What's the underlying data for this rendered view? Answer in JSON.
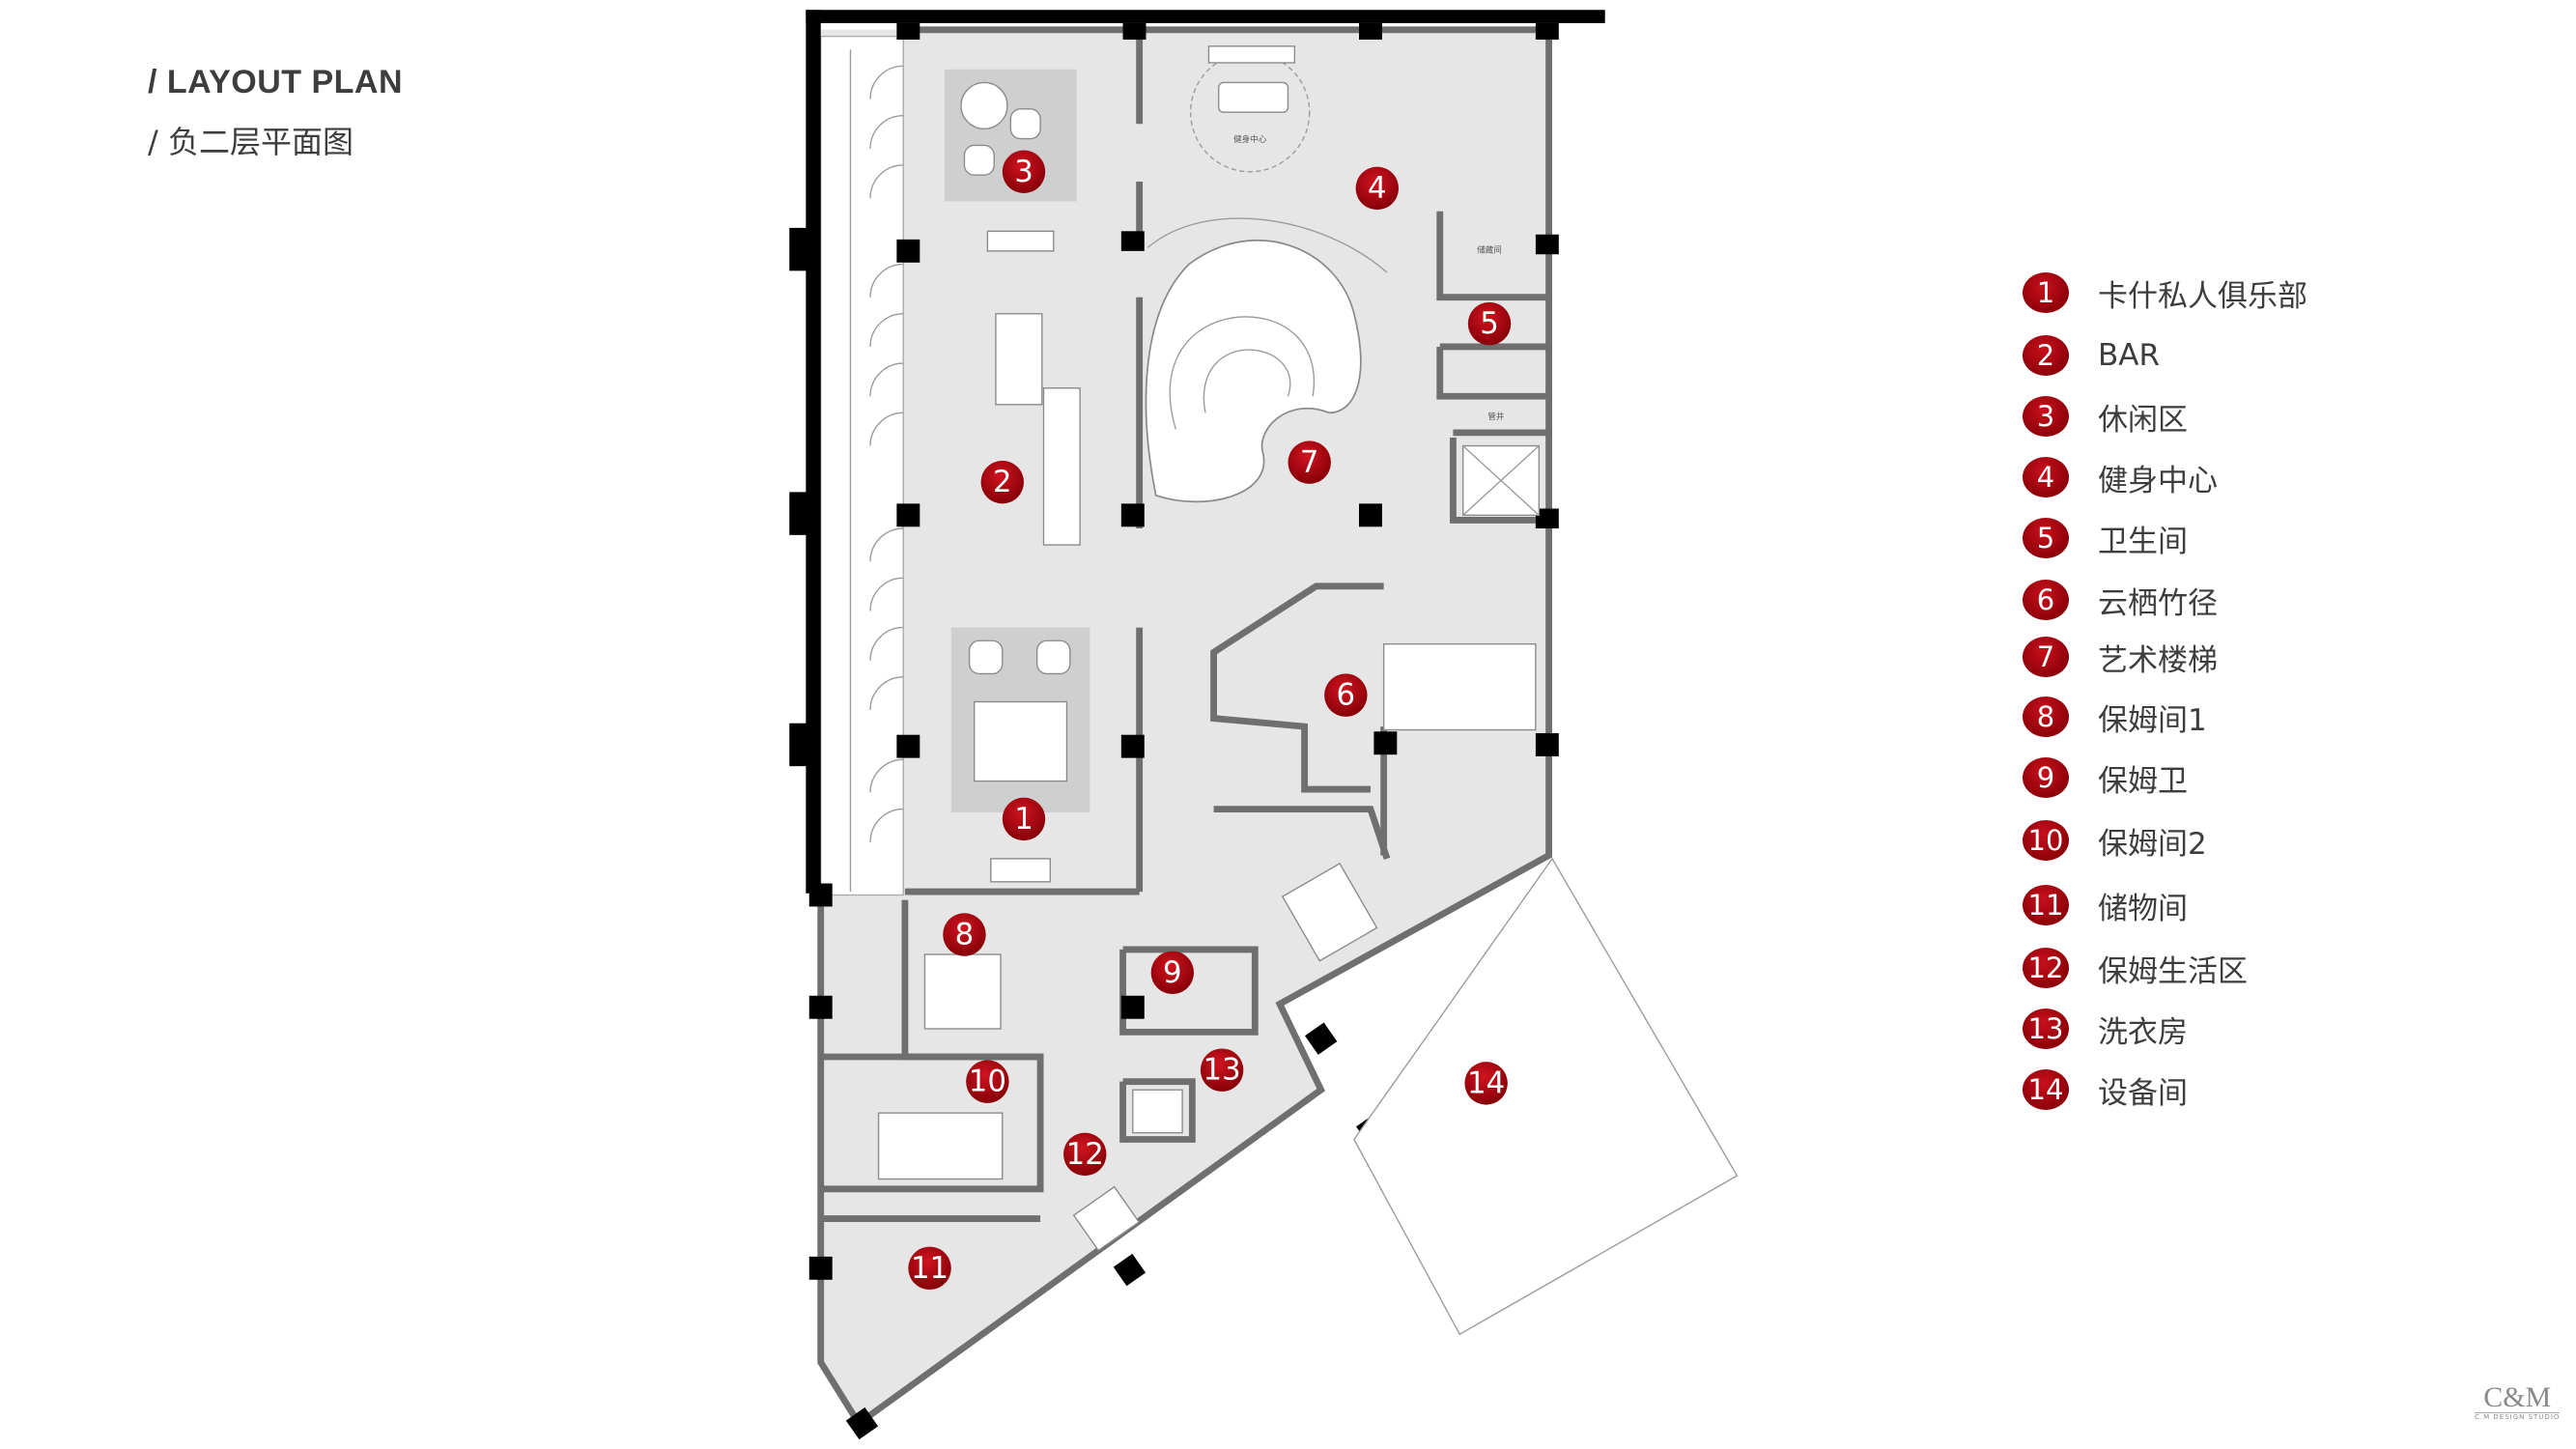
{
  "header": {
    "title_en": "/ LAYOUT PLAN",
    "title_cn": "/ 负二层平面图"
  },
  "plan": {
    "markers": [
      "1",
      "2",
      "3",
      "4",
      "5",
      "6",
      "7",
      "8",
      "9",
      "10",
      "11",
      "12",
      "13",
      "14"
    ],
    "room_tags": {
      "fitness": "健身中心",
      "storage": "储藏间",
      "shaft": "管井"
    }
  },
  "legend": [
    {
      "num": "1",
      "label": "卡什私人俱乐部"
    },
    {
      "num": "2",
      "label": "BAR"
    },
    {
      "num": "3",
      "label": "休闲区"
    },
    {
      "num": "4",
      "label": "健身中心"
    },
    {
      "num": "5",
      "label": "卫生间"
    },
    {
      "num": "6",
      "label": "云栖竹径"
    },
    {
      "num": "7",
      "label": "艺术楼梯"
    },
    {
      "num": "8",
      "label": "保姆间1"
    },
    {
      "num": "9",
      "label": "保姆卫"
    },
    {
      "num": "10",
      "label": "保姆间2"
    },
    {
      "num": "11",
      "label": "储物间"
    },
    {
      "num": "12",
      "label": "保姆生活区"
    },
    {
      "num": "13",
      "label": "洗衣房"
    },
    {
      "num": "14",
      "label": "设备间"
    }
  ],
  "logo": {
    "mark": "C&M",
    "sub": "C.M DESIGN STUDIO"
  },
  "colors": {
    "marker": "#a3000c",
    "floor": "#e6e6e6",
    "wall": "#6f6f6f",
    "text": "#3d3d3d"
  }
}
